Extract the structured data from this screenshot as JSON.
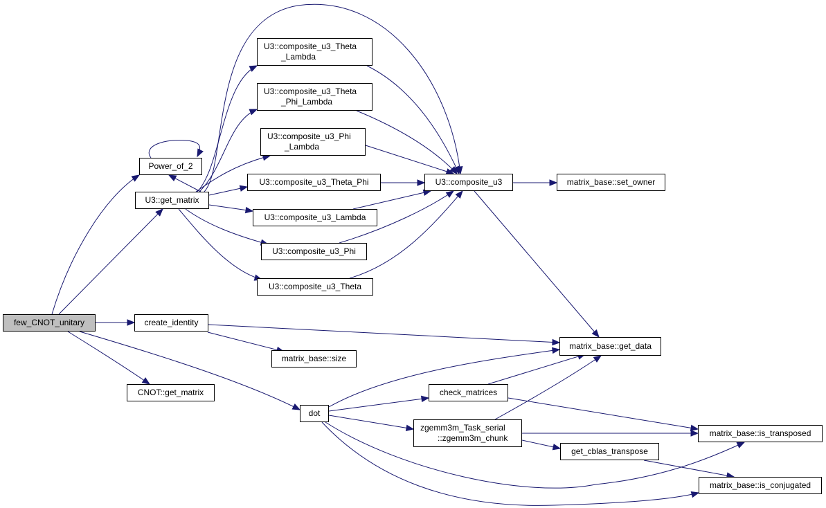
{
  "nodes": [
    {
      "id": "few_cnot",
      "label": [
        "few_CNOT_unitary"
      ],
      "root": true
    },
    {
      "id": "power_of_2",
      "label": [
        "Power_of_2"
      ]
    },
    {
      "id": "u3_get_matrix",
      "label": [
        "U3::get_matrix"
      ]
    },
    {
      "id": "cu3_theta_lambda",
      "label": [
        "U3::composite_u3_Theta",
        "_Lambda"
      ]
    },
    {
      "id": "cu3_theta_phi_lambda",
      "label": [
        "U3::composite_u3_Theta",
        "_Phi_Lambda"
      ]
    },
    {
      "id": "cu3_phi_lambda",
      "label": [
        "U3::composite_u3_Phi",
        "_Lambda"
      ]
    },
    {
      "id": "cu3_theta_phi",
      "label": [
        "U3::composite_u3_Theta_Phi"
      ]
    },
    {
      "id": "cu3_lambda",
      "label": [
        "U3::composite_u3_Lambda"
      ]
    },
    {
      "id": "cu3_phi",
      "label": [
        "U3::composite_u3_Phi"
      ]
    },
    {
      "id": "cu3_theta",
      "label": [
        "U3::composite_u3_Theta"
      ]
    },
    {
      "id": "cu3",
      "label": [
        "U3::composite_u3"
      ]
    },
    {
      "id": "set_owner",
      "label": [
        "matrix_base::set_owner"
      ]
    },
    {
      "id": "create_identity",
      "label": [
        "create_identity"
      ]
    },
    {
      "id": "get_data",
      "label": [
        "matrix_base::get_data"
      ]
    },
    {
      "id": "size",
      "label": [
        "matrix_base::size"
      ]
    },
    {
      "id": "cnot_get_matrix",
      "label": [
        "CNOT::get_matrix"
      ]
    },
    {
      "id": "dot",
      "label": [
        "dot"
      ]
    },
    {
      "id": "check_matrices",
      "label": [
        "check_matrices"
      ]
    },
    {
      "id": "zgemm3m",
      "label": [
        "zgemm3m_Task_serial",
        "::zgemm3m_chunk"
      ]
    },
    {
      "id": "get_cblas_transpose",
      "label": [
        "get_cblas_transpose"
      ]
    },
    {
      "id": "is_transposed",
      "label": [
        "matrix_base::is_transposed"
      ]
    },
    {
      "id": "is_conjugated",
      "label": [
        "matrix_base::is_conjugated"
      ]
    }
  ],
  "edges": [
    [
      "few_cnot",
      "power_of_2"
    ],
    [
      "few_cnot",
      "u3_get_matrix"
    ],
    [
      "few_cnot",
      "create_identity"
    ],
    [
      "few_cnot",
      "cnot_get_matrix"
    ],
    [
      "few_cnot",
      "dot"
    ],
    [
      "power_of_2",
      "power_of_2"
    ],
    [
      "u3_get_matrix",
      "power_of_2"
    ],
    [
      "u3_get_matrix",
      "cu3_theta_lambda"
    ],
    [
      "u3_get_matrix",
      "cu3_theta_phi_lambda"
    ],
    [
      "u3_get_matrix",
      "cu3_phi_lambda"
    ],
    [
      "u3_get_matrix",
      "cu3_theta_phi"
    ],
    [
      "u3_get_matrix",
      "cu3_lambda"
    ],
    [
      "u3_get_matrix",
      "cu3_phi"
    ],
    [
      "u3_get_matrix",
      "cu3_theta"
    ],
    [
      "u3_get_matrix",
      "cu3"
    ],
    [
      "cu3_theta_lambda",
      "cu3"
    ],
    [
      "cu3_theta_phi_lambda",
      "cu3"
    ],
    [
      "cu3_phi_lambda",
      "cu3"
    ],
    [
      "cu3_theta_phi",
      "cu3"
    ],
    [
      "cu3_lambda",
      "cu3"
    ],
    [
      "cu3_phi",
      "cu3"
    ],
    [
      "cu3_theta",
      "cu3"
    ],
    [
      "cu3",
      "set_owner"
    ],
    [
      "cu3",
      "get_data"
    ],
    [
      "create_identity",
      "get_data"
    ],
    [
      "create_identity",
      "size"
    ],
    [
      "dot",
      "get_data"
    ],
    [
      "dot",
      "check_matrices"
    ],
    [
      "dot",
      "zgemm3m"
    ],
    [
      "dot",
      "is_transposed"
    ],
    [
      "dot",
      "is_conjugated"
    ],
    [
      "check_matrices",
      "get_data"
    ],
    [
      "check_matrices",
      "is_transposed"
    ],
    [
      "zgemm3m",
      "get_data"
    ],
    [
      "zgemm3m",
      "is_transposed"
    ],
    [
      "zgemm3m",
      "get_cblas_transpose"
    ],
    [
      "get_cblas_transpose",
      "is_conjugated"
    ]
  ],
  "colors": {
    "edge": "#191970",
    "node_border": "#000000",
    "root_fill": "#bfbfbf",
    "node_fill": "#ffffff"
  }
}
